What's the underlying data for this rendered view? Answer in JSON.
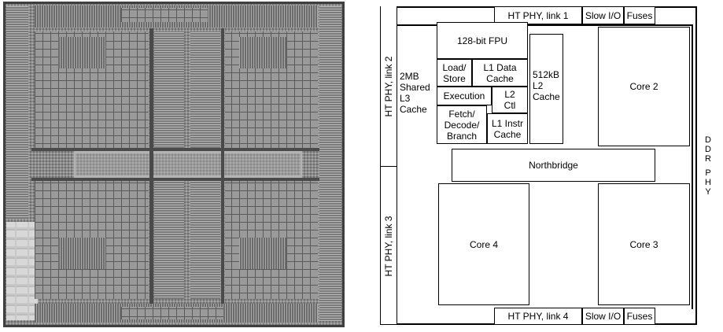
{
  "left_panel": {
    "description_icon": "die-photo"
  },
  "floorplan": {
    "ht_link1": "HT PHY, link 1",
    "slow_io_top": "Slow I/O",
    "fuses_top": "Fuses",
    "ht_link2": "HT PHY, link 2",
    "ht_link3": "HT PHY, link 3",
    "ht_link4": "HT PHY, link 4",
    "slow_io_bottom": "Slow I/O",
    "fuses_bottom": "Fuses",
    "l3_cache": [
      "2MB",
      "Shared",
      "L3",
      "Cache"
    ],
    "fpu": "128-bit FPU",
    "load_store": [
      "Load/",
      "Store"
    ],
    "l1_data_cache": [
      "L1 Data",
      "Cache"
    ],
    "execution": "Execution",
    "l2_ctl": [
      "L2",
      "Ctl"
    ],
    "fetch_decode_branch": [
      "Fetch/",
      "Decode/",
      "Branch"
    ],
    "l1_instr_cache": [
      "L1 Instr",
      "Cache"
    ],
    "l2_cache": [
      "512kB",
      "L2",
      "Cache"
    ],
    "core2": "Core 2",
    "core3": "Core 3",
    "core4": "Core 4",
    "northbridge": "Northbridge",
    "ddr_phy": [
      "D",
      "D",
      "R",
      "",
      "P",
      "H",
      "Y"
    ]
  }
}
